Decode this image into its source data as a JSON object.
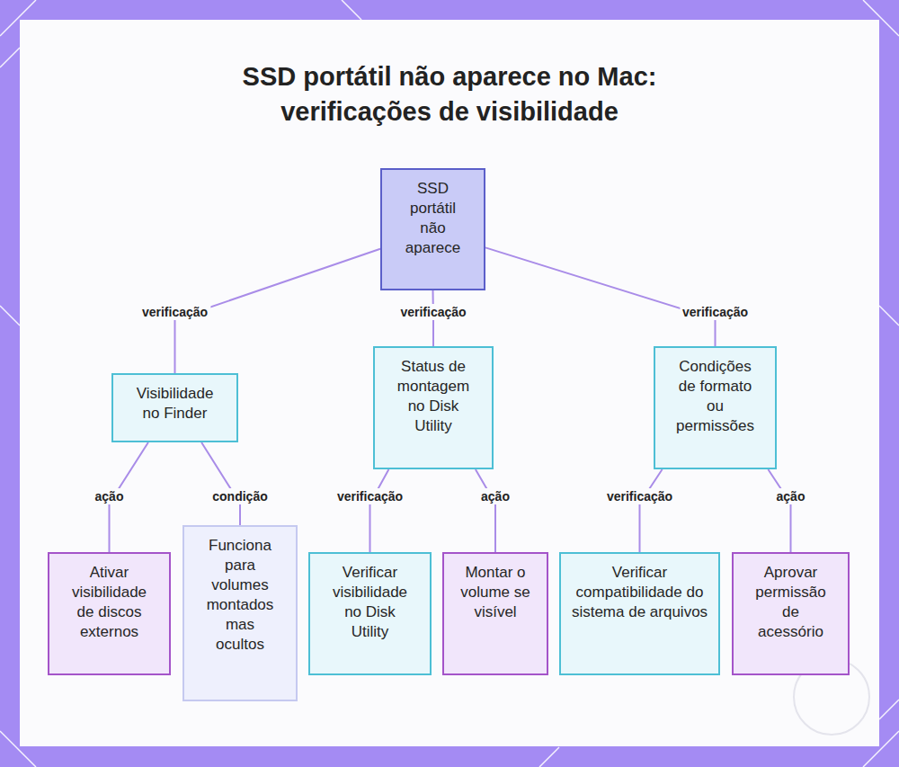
{
  "diagram": {
    "title": "SSD portátil não aparece no Mac: verificações de visibilidade",
    "nodes": [
      {
        "text": [
          "SSD portátil não aparece"
        ]
      },
      {
        "text": [
          "Visibilidade no Finder"
        ]
      },
      {
        "text": [
          "Status de montagem no Disk Utility"
        ]
      },
      {
        "text": [
          "Condições de formato ou permissões"
        ]
      },
      {
        "text": [
          "Ativar visibilidade de discos externos"
        ]
      },
      {
        "text": [
          "Funciona para volumes montados mas ocultos"
        ]
      },
      {
        "text": [
          "Verificar visibilidade no Disk Utility"
        ]
      },
      {
        "text": [
          "Montar o volume se visível"
        ]
      },
      {
        "text": [
          "Verificar compatibilidade do sistema de arquivos"
        ]
      },
      {
        "text": [
          "Aprovar permissão de acessório"
        ]
      }
    ],
    "edges": [
      {
        "from": 0,
        "to": 1,
        "label": "verificação",
        "arrow": "none"
      },
      {
        "from": 0,
        "to": 2,
        "label": "verificação",
        "arrow": "none"
      },
      {
        "from": 0,
        "to": 3,
        "label": "verificação",
        "arrow": "none"
      },
      {
        "from": 1,
        "to": 4,
        "label": "ação",
        "arrow": "none"
      },
      {
        "from": 1,
        "to": 5,
        "label": "condição",
        "arrow": "none"
      },
      {
        "from": 2,
        "to": 6,
        "label": "verificação",
        "arrow": "none"
      },
      {
        "from": 2,
        "to": 7,
        "label": "ação",
        "arrow": "none"
      },
      {
        "from": 3,
        "to": 8,
        "label": "verificação",
        "arrow": "none"
      },
      {
        "from": 3,
        "to": 9,
        "label": "ação",
        "arrow": "none"
      }
    ]
  }
}
